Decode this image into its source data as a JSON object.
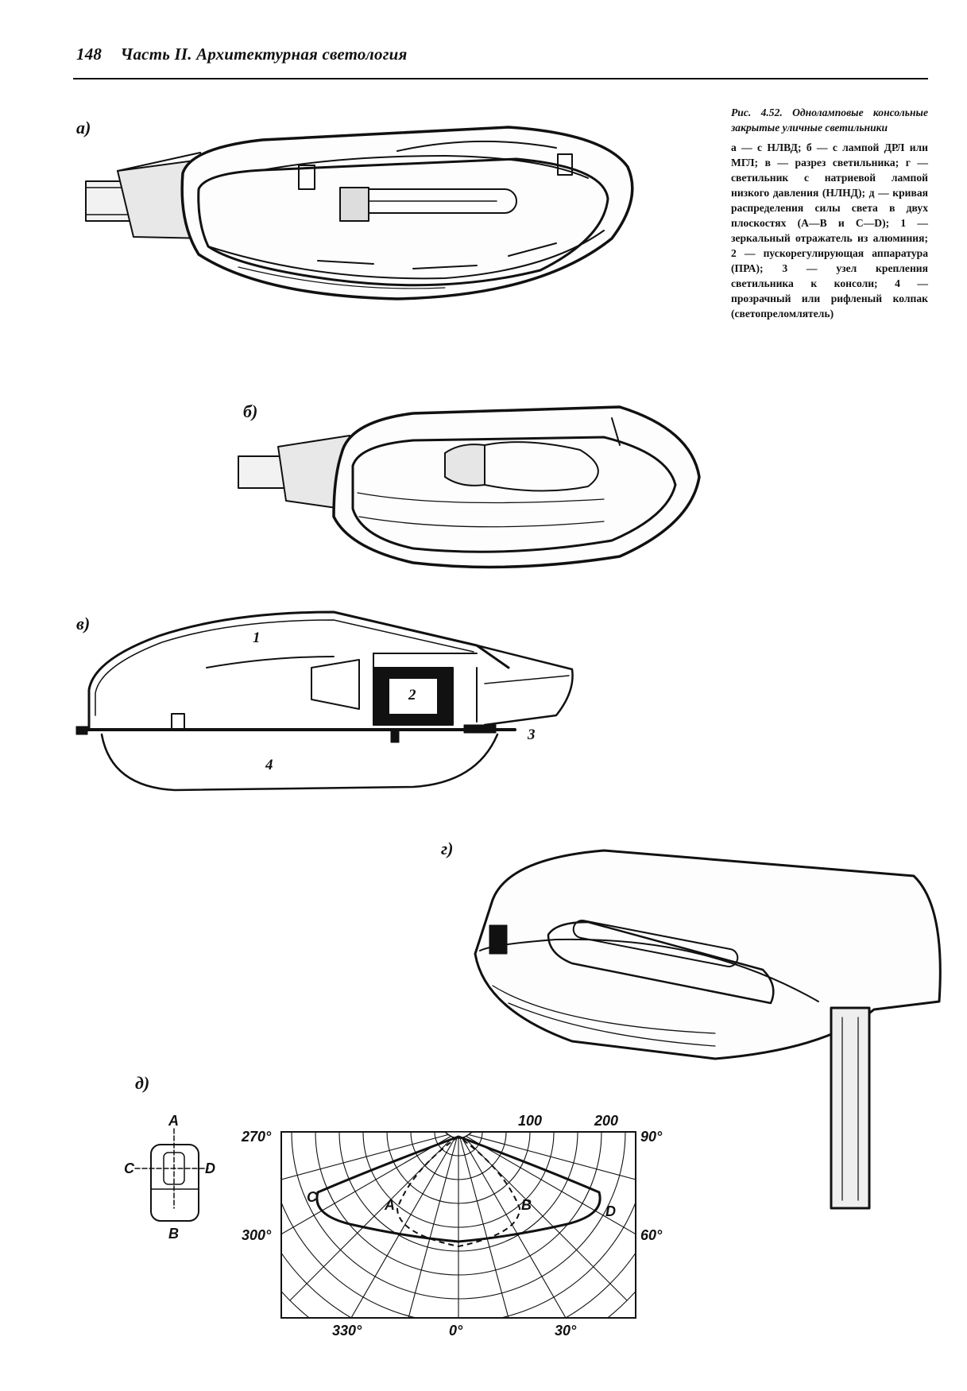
{
  "header": {
    "page_number": "148",
    "running_title": "Часть II. Архитектурная светология"
  },
  "caption": {
    "title": "Рис. 4.52. Однолампoвые консольные закрытые уличные светильники",
    "body": "а — с НЛВД; б — с лампой ДРЛ или МГЛ; в — разрез светильника; г — светильник с натриевой лампой низкого давления (НЛНД); д — кривая распределения силы света в двух плоскостях (А—В и С—D); 1 — зеркальный отражатель из алюминия; 2 — пускорегулирующая аппаратура (ПРА); 3 — узел крепления светильника к консоли; 4 — прозрачный или рифленый колпак (светопреломлятель)"
  },
  "panels": {
    "a": "а)",
    "b": "б)",
    "v": "в)",
    "g": "г)",
    "d": "д)"
  },
  "section_labels": {
    "one": "1",
    "two": "2",
    "three": "3",
    "four": "4"
  },
  "plan": {
    "A": "A",
    "B": "B",
    "C": "C",
    "D": "D"
  },
  "polar": {
    "top_scale": [
      "100",
      "200"
    ],
    "left_angles": [
      "270°",
      "300°"
    ],
    "right_angles": [
      "90°",
      "60°"
    ],
    "bottom_angles": [
      "330°",
      "0°",
      "30°"
    ],
    "curve_labels": [
      "C",
      "A",
      "B",
      "D"
    ]
  }
}
